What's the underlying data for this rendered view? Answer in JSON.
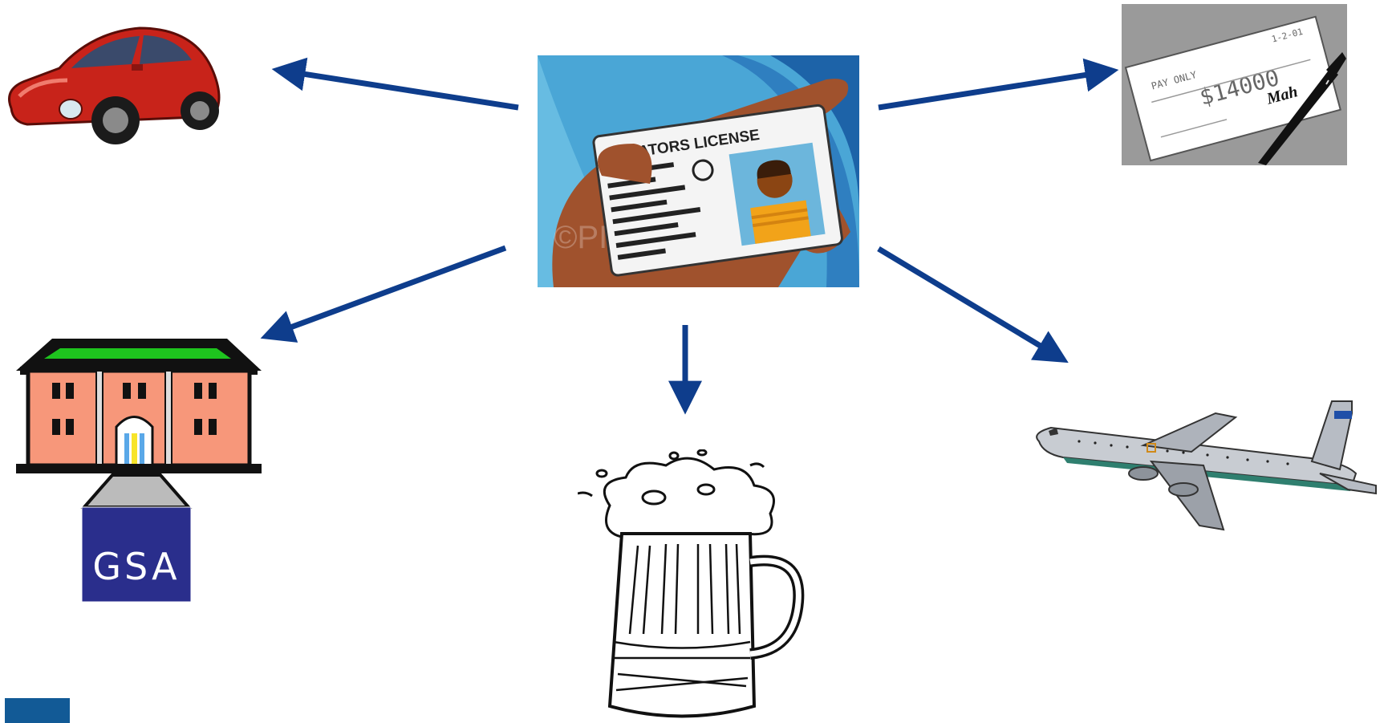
{
  "license": {
    "title": "RATORS LICENSE",
    "watermark": "©PI"
  },
  "check": {
    "amount": "$14000",
    "payee_line": "PAY ONLY",
    "date_text": "1-2-01",
    "signature": "Mah"
  },
  "building": {
    "sign_text": "GSA"
  },
  "colors": {
    "arrow": "#0e3d8c",
    "license_bg": "#4aa6d6",
    "car_body": "#c8231a",
    "check_bg": "#9a9a9a",
    "building_wall": "#f7977a",
    "building_roof_stripe": "#1ec41e",
    "gsa_panel": "#2a2e8c",
    "corner_box": "#125a96"
  },
  "icons": [
    "driver-license-card",
    "car",
    "check-and-pen",
    "government-building",
    "beer-mug",
    "airplane"
  ]
}
